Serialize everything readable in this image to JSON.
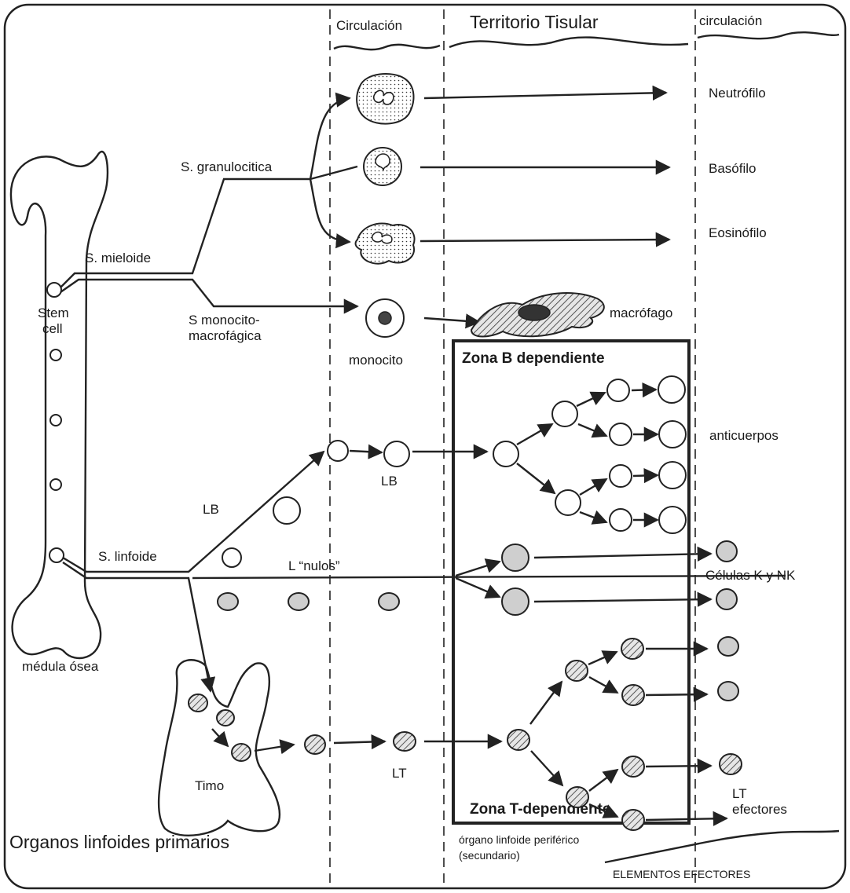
{
  "headers": {
    "circulacion_left": "Circulación",
    "territorio": "Territorio Tisular",
    "circulacion_right": "circulación"
  },
  "labels": {
    "neutrofilo": "Neutrófilo",
    "basofilo": "Basófilo",
    "eosinofilo": "Eosinófilo",
    "s_granulocitica": "S. granulocitica",
    "s_mieloide": "S. mieloide",
    "stem_line1": "Stem",
    "stem_line2": "cell",
    "s_monocito_line1": "S monocito-",
    "s_monocito_line2": "macrofágica",
    "monocito": "monocito",
    "macrofago": "macrófago",
    "zona_b": "Zona B  dependiente",
    "anticuerpos": "anticuerpos",
    "lb_left": "LB",
    "lb_mid": "LB",
    "s_linfoide": "S. linfoide",
    "l_nulos": "L “nulos”",
    "celulas_k_nk": "Células K y NK",
    "medula_osea": "médula ósea",
    "timo": "Timo",
    "lt_mid": "LT",
    "lt_efectores_line1": "LT",
    "lt_efectores_line2": "efectores",
    "zona_t": "Zona T-dependiente",
    "organos_primarios": "Organos linfoides primarios",
    "organo_periferico_line1": "órgano linfoide periférico",
    "organo_periferico_line2": "(secundario)",
    "elementos_efectores": "ELEMENTOS EFECTORES"
  },
  "icons": {
    "arrow": "arrowhead",
    "granule": "dotted-cell",
    "hatched": "hatched-cell"
  }
}
